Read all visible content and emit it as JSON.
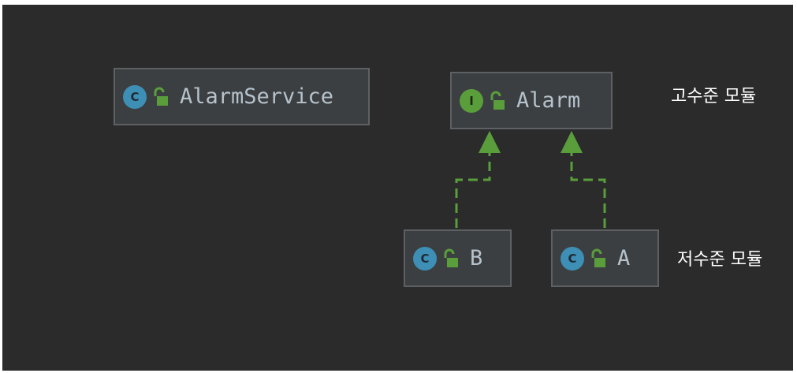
{
  "nodes": {
    "alarm_service": {
      "name": "AlarmService",
      "kind": "class",
      "badge": "C"
    },
    "alarm": {
      "name": "Alarm",
      "kind": "interface",
      "badge": "I"
    },
    "b": {
      "name": "B",
      "kind": "class",
      "badge": "C"
    },
    "a": {
      "name": "A",
      "kind": "class",
      "badge": "C"
    }
  },
  "edges": [
    {
      "from": "b",
      "to": "alarm",
      "style": "dashed",
      "arrow": "hollow-triangle"
    },
    {
      "from": "a",
      "to": "alarm",
      "style": "dashed",
      "arrow": "hollow-triangle"
    }
  ],
  "labels": {
    "high_level": "고수준 모듈",
    "low_level": "저수준 모듈"
  },
  "colors": {
    "background": "#2b2b2b",
    "node_fill": "#3c3f41",
    "node_border": "#5e6163",
    "class_badge": "#3e8fb5",
    "interface_badge": "#5a9e3c",
    "edge": "#5a9e3c"
  },
  "icons": {
    "visibility": "unlocked-padlock-icon"
  }
}
